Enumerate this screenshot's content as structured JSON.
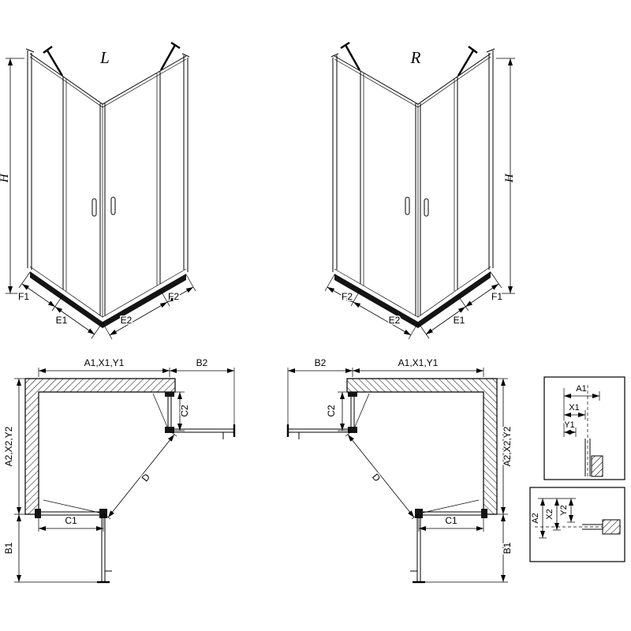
{
  "views": {
    "iso_left": {
      "label": "L",
      "h": "H",
      "f1": "F1",
      "e1": "E1",
      "e2": "E2",
      "f2": "F2"
    },
    "iso_right": {
      "label": "R",
      "h": "H",
      "f1": "F1",
      "e1": "E1",
      "e2": "E2",
      "f2": "F2"
    },
    "plan_left": {
      "a1": "A1,X1,Y1",
      "b2": "B2",
      "a2": "A2,X2,Y2",
      "b1": "B1",
      "c1": "C1",
      "c2": "C2",
      "d": "D"
    },
    "plan_right": {
      "a1": "A1,X1,Y1",
      "b2": "B2",
      "a2": "A2,X2,Y2",
      "b1": "B1",
      "c1": "C1",
      "c2": "C2",
      "d": "D"
    },
    "detail_top": {
      "a1": "A1",
      "x1": "X1",
      "y1": "Y1"
    },
    "detail_bottom": {
      "a2": "A2",
      "x2": "X2",
      "y2": "Y2"
    }
  },
  "colors": {
    "line": "#000000",
    "background": "#ffffff"
  }
}
